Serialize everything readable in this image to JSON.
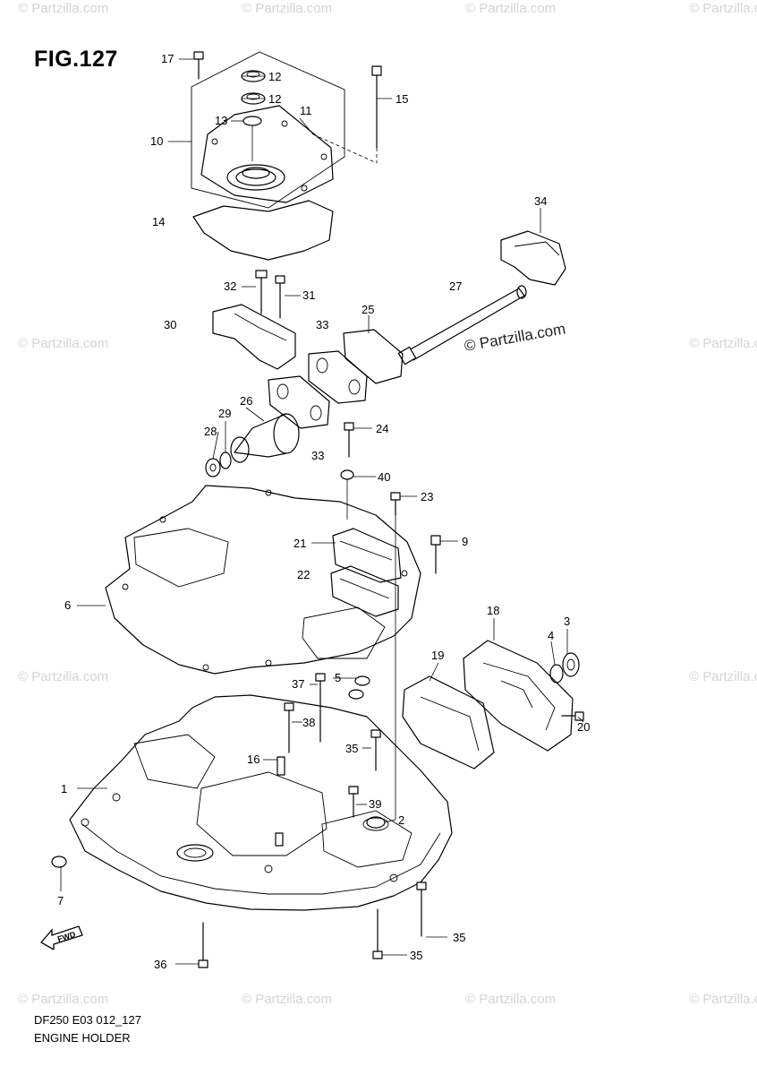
{
  "figure": {
    "title": "FIG.127",
    "code": "DF250 E03 012_127",
    "name": "ENGINE HOLDER",
    "watermark": "© Partzilla.com",
    "watermark_main": "© Partzilla.com",
    "forward_badge": "FWD"
  },
  "callouts": {
    "c1": "1",
    "c2": "2",
    "c3": "3",
    "c4": "4",
    "c5": "5",
    "c6": "6",
    "c7": "7",
    "c9": "9",
    "c10": "10",
    "c11": "11",
    "c12a": "12",
    "c12b": "12",
    "c13": "13",
    "c14": "14",
    "c15": "15",
    "c16": "16",
    "c17": "17",
    "c18": "18",
    "c19": "19",
    "c20": "20",
    "c21": "21",
    "c22": "22",
    "c23": "23",
    "c24": "24",
    "c25": "25",
    "c26": "26",
    "c27": "27",
    "c28": "28",
    "c29": "29",
    "c30": "30",
    "c31": "31",
    "c32": "32",
    "c33a": "33",
    "c33b": "33",
    "c34": "34",
    "c35a": "35",
    "c35b": "35",
    "c35c": "35",
    "c36": "36",
    "c37": "37",
    "c38": "38",
    "c39": "39",
    "c40": "40"
  },
  "colors": {
    "line": "#000000",
    "background": "#ffffff",
    "watermark": "#d4d4d4"
  }
}
